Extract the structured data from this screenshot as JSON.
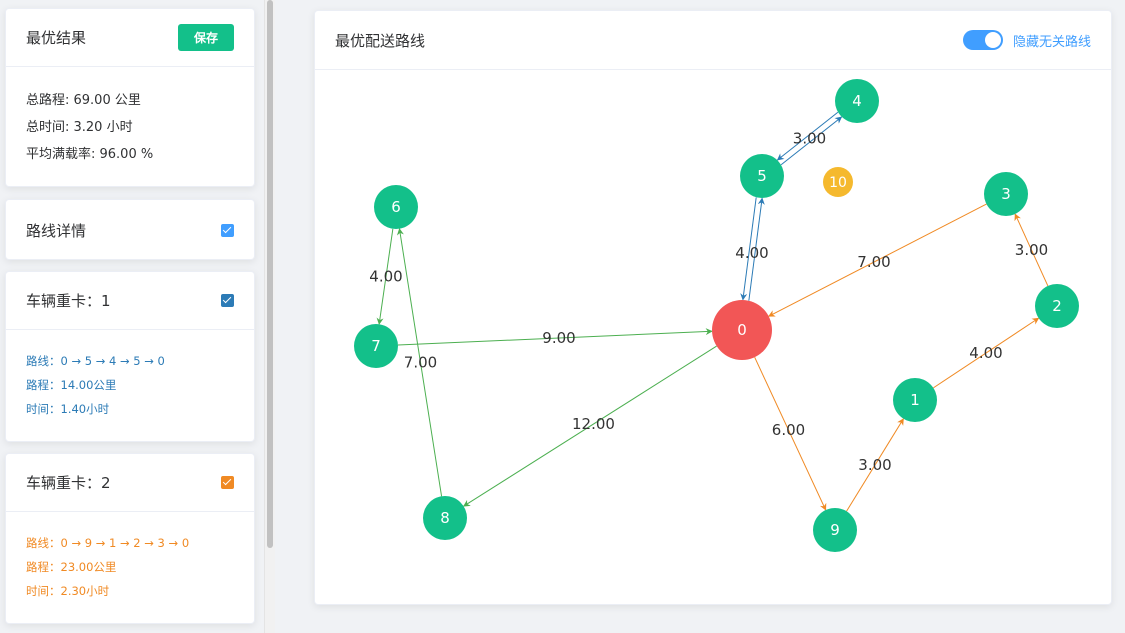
{
  "summary": {
    "title": "最优结果",
    "save_label": "保存",
    "total_distance": "总路程: 69.00 公里",
    "total_time": "总时间: 3.20 小时",
    "avg_load_rate": "平均满载率: 96.00 %"
  },
  "route_detail": {
    "title": "路线详情",
    "checked": true,
    "checkbox_color": "#409eff"
  },
  "vehicles": [
    {
      "title": "车辆重卡：1",
      "checked": true,
      "color": "#2c7bb6",
      "route": "路线：0 → 5 → 4 → 5 → 0",
      "distance": "路程：14.00公里",
      "time": "时间：1.40小时"
    },
    {
      "title": "车辆重卡：2",
      "checked": true,
      "color": "#f08a24",
      "route": "路线：0 → 9 → 1 → 2 → 3 → 0",
      "distance": "路程：23.00公里",
      "time": "时间：2.30小时"
    }
  ],
  "graph": {
    "title": "最优配送路线",
    "toggle_label": "隐藏无关路线",
    "toggle_on": true,
    "toggle_color": "#409eff",
    "node_color": "#13c08a",
    "depot_color": "#f25656",
    "unused_color": "#f5b92e",
    "green_route_color": "#4caf50",
    "nodes": [
      {
        "id": "0",
        "type": "depot"
      },
      {
        "id": "1",
        "type": "customer"
      },
      {
        "id": "2",
        "type": "customer"
      },
      {
        "id": "3",
        "type": "customer"
      },
      {
        "id": "4",
        "type": "customer"
      },
      {
        "id": "5",
        "type": "customer"
      },
      {
        "id": "6",
        "type": "customer"
      },
      {
        "id": "7",
        "type": "customer"
      },
      {
        "id": "8",
        "type": "customer"
      },
      {
        "id": "9",
        "type": "customer"
      },
      {
        "id": "10",
        "type": "unused"
      }
    ],
    "edges": [
      {
        "from": "0",
        "to": "5",
        "label": "4.00",
        "route": "blue"
      },
      {
        "from": "5",
        "to": "0",
        "label": "",
        "route": "blue"
      },
      {
        "from": "5",
        "to": "4",
        "label": "3.00",
        "route": "blue"
      },
      {
        "from": "4",
        "to": "5",
        "label": "",
        "route": "blue"
      },
      {
        "from": "0",
        "to": "9",
        "label": "6.00",
        "route": "orange"
      },
      {
        "from": "9",
        "to": "1",
        "label": "3.00",
        "route": "orange"
      },
      {
        "from": "1",
        "to": "2",
        "label": "4.00",
        "route": "orange"
      },
      {
        "from": "2",
        "to": "3",
        "label": "3.00",
        "route": "orange"
      },
      {
        "from": "3",
        "to": "0",
        "label": "7.00",
        "route": "orange"
      },
      {
        "from": "0",
        "to": "8",
        "label": "12.00",
        "route": "green"
      },
      {
        "from": "8",
        "to": "6",
        "label": "7.00",
        "route": "green"
      },
      {
        "from": "6",
        "to": "7",
        "label": "4.00",
        "route": "green"
      },
      {
        "from": "7",
        "to": "0",
        "label": "9.00",
        "route": "green"
      }
    ]
  }
}
